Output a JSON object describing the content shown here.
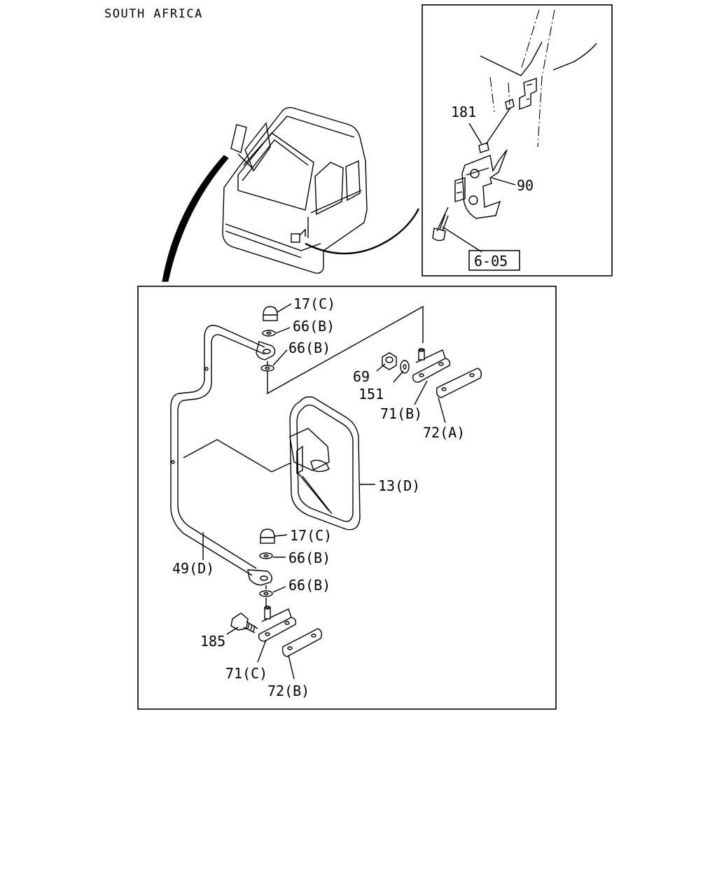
{
  "header": {
    "region_label": "SOUTH AFRICA"
  },
  "inset": {
    "labels": {
      "p181": "181",
      "p90": "90",
      "ref": "6-05"
    }
  },
  "main": {
    "labels": {
      "p17c_top": "17(C)",
      "p66b_1": "66(B)",
      "p66b_2": "66(B)",
      "p69": "69",
      "p151": "151",
      "p71b": "71(B)",
      "p72a": "72(A)",
      "p13d": "13(D)",
      "p17c_bot": "17(C)",
      "p66b_3": "66(B)",
      "p49d": "49(D)",
      "p66b_4": "66(B)",
      "p185": "185",
      "p71c": "71(C)",
      "p72b": "72(B)"
    }
  }
}
